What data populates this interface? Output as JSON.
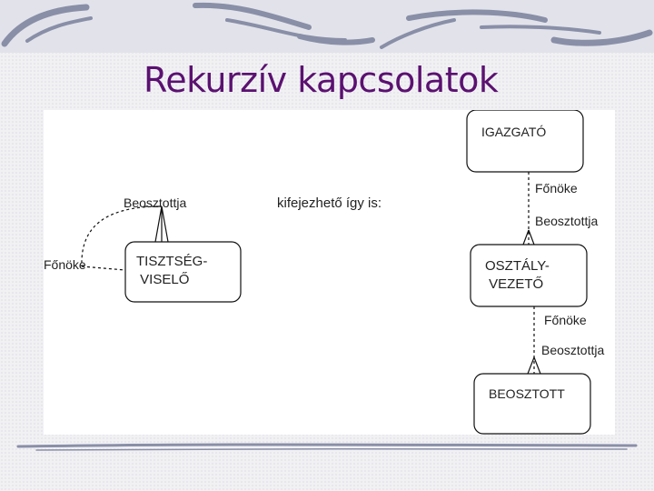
{
  "slide": {
    "title": "Rekurzív kapcsolatok"
  },
  "diagram": {
    "left": {
      "entity": "TISZTSÉG-\n VISELŐ",
      "role_subordinate": "Beosztottja",
      "role_boss": "Főnöke"
    },
    "middle_text": "kifejezhető így is:",
    "right": {
      "entity_top": "IGAZGATÓ",
      "entity_middle": "OSZTÁLY-\n VEZETŐ",
      "entity_bottom": "BEOSZTOTT",
      "rel1_boss": "Főnöke",
      "rel1_subordinate": "Beosztottja",
      "rel2_boss": "Főnöke",
      "rel2_subordinate": "Beosztottja"
    }
  },
  "colors": {
    "title": "#5b1170",
    "decoration": "#8a8fa8"
  }
}
